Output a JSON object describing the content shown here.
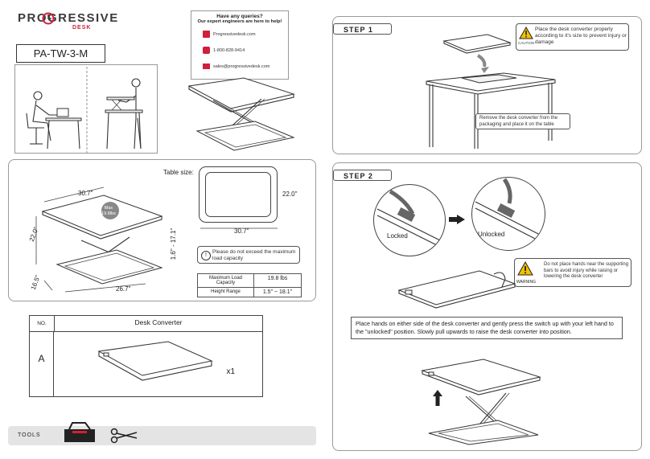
{
  "brand": {
    "name": "PROGRESSIVE",
    "sub": "DESK",
    "accent": "#d11f3c"
  },
  "model": "PA-TW-3-M",
  "contact": {
    "title_line1": "Have any queries?",
    "title_line2": "Our expert engineers are here to help!",
    "items": [
      {
        "icon": "web-icon",
        "text": "Progressivedesk.com"
      },
      {
        "icon": "phone-icon",
        "text": "1-800-828-9414"
      },
      {
        "icon": "mail-icon",
        "text": "sales@progressivedesk.com"
      }
    ]
  },
  "dimensions": {
    "width": "30.7\"",
    "depth": "22.0\"",
    "base_depth": "16.5\"",
    "base_width": "26.7\"",
    "height": "1.6\" - 17.1\"",
    "max_line1": "Max",
    "max_line2": "19.8lbs",
    "table_size_label": "Table size:",
    "table_width": "30.7\"",
    "table_depth": "22.0\"",
    "notice": "Please do not exceed the maximum load capacity",
    "spec_rows": [
      {
        "label": "Maximum Load Capacity",
        "value": "19.8 lbs"
      },
      {
        "label": "Height Range",
        "value": "1.5\" ~ 18.1\""
      }
    ]
  },
  "parts": {
    "col_no": "NO.",
    "col_item": "Desk Converter",
    "row_letter": "A",
    "qty": "x1"
  },
  "tools": {
    "label": "TOOLS"
  },
  "step1": {
    "tag": "STEP 1",
    "caution_text": "Place the desk converter properly according to it's size to prevent injury or damage",
    "caution_label": "CAUTION",
    "instruction": "Remove the desk converter from the packaging and place it on the table"
  },
  "step2": {
    "tag": "STEP 2",
    "locked": "Locked",
    "unlocked": "Unlocked",
    "warning_text": "Do not place hands near the supporting bars to avoid injury while raising or lowering the desk converter",
    "warning_label": "WARNING",
    "instruction": "Place hands on either side of the desk converter and gently press the switch up with your left hand to the \"unlocked\" position. Slowly pull upwards to raise the desk converter into position."
  }
}
